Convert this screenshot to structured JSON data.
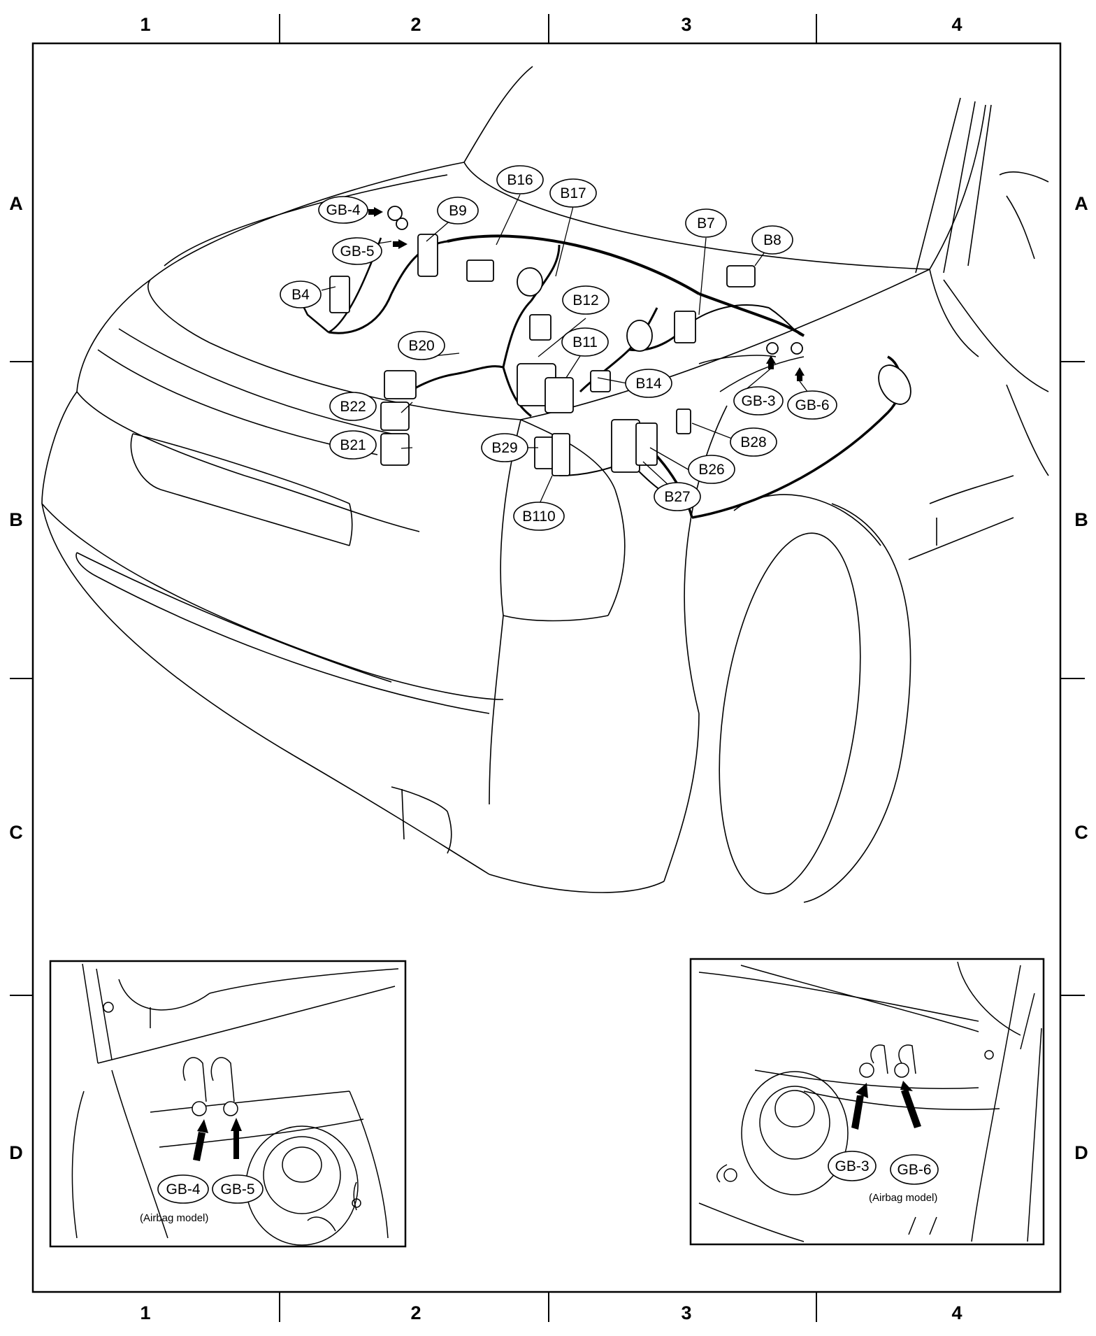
{
  "grid": {
    "columns": [
      "1",
      "2",
      "3",
      "4"
    ],
    "rows": [
      "A",
      "B",
      "C",
      "D"
    ]
  },
  "connectors": {
    "gb4": "GB-4",
    "gb5": "GB-5",
    "b9": "B9",
    "b4": "B4",
    "b16": "B16",
    "b17": "B17",
    "b7": "B7",
    "b8": "B8",
    "b12": "B12",
    "b11": "B11",
    "b20": "B20",
    "b14": "B14",
    "gb3": "GB-3",
    "gb6": "GB-6",
    "b22": "B22",
    "b21": "B21",
    "b28": "B28",
    "b29": "B29",
    "b26": "B26",
    "b27": "B27",
    "b110": "B110"
  },
  "insets": {
    "left": {
      "gb4": "GB-4",
      "gb5": "GB-5",
      "note": "(Airbag model)"
    },
    "right": {
      "gb3": "GB-3",
      "gb6": "GB-6",
      "note": "(Airbag model)"
    }
  }
}
